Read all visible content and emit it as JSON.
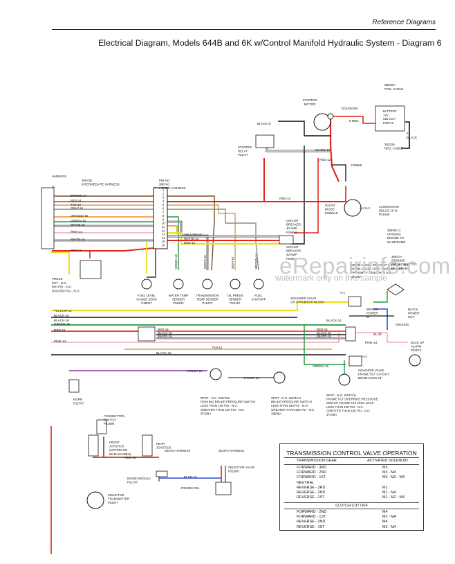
{
  "header": {
    "section": "Reference Diagrams",
    "title": "Electrical Diagram, Models 644B and 6K w/Control Manifold Hydraulic System - Diagram 6"
  },
  "watermark": {
    "text": "eRepairinfo.com",
    "subtext": "watermark only on this sample"
  },
  "colors": {
    "black": "#111111",
    "red": "#e0261b",
    "yellow": "#f2dc1b",
    "green": "#1d9a3c",
    "brown": "#7a4a22",
    "orange": "#f08a1c",
    "tan": "#c9a064",
    "pink": "#f2a6b7",
    "violet": "#8a2fb0",
    "blue": "#2a4fd0",
    "gray": "#8a8a8a",
    "white": "#ffffff"
  },
  "components": {
    "battery_cable": [
      "35846A",
      "POS. CABLE"
    ],
    "starter_motor": [
      "STARTER",
      "MOTOR"
    ],
    "solenoid": "SOLENOID",
    "battery": [
      "BATTERY",
      "12V",
      "925 CCA",
      "P30712"
    ],
    "wire_6_red": "6 RED",
    "wire_6_black": [
      "6",
      "BLACK"
    ],
    "neg_cable": [
      "35333A",
      "NEG. CABLE"
    ],
    "black_8": "BLACK-8",
    "starter_relay": [
      "STARTER",
      "RELAY",
      "P21777"
    ],
    "white_12": "WHITE-12",
    "red_6": "RED-6",
    "red_12_top": "RED-12",
    "p28568": "P28568",
    "intermediate_harness": [
      "38073D",
      "INTERMEDIATE HARNESS"
    ],
    "lower_harness": [
      "PIN NO.",
      "38074C",
      "LOWER HARNESS"
    ],
    "harness_left": "HARNESS",
    "harness_left_no": "O.",
    "left_wires": [
      "BROWN-14",
      "RED-14",
      "TAN-14",
      "GRAY-16",
      "ORANGE-16",
      "GREEN-16",
      "WHITE-16",
      "PINK-14",
      "WHITE-16",
      "RED-12"
    ],
    "pins": [
      "1",
      "2",
      "3",
      "4",
      "5",
      "6",
      "7",
      "8",
      "9",
      "10",
      "11",
      "12",
      "13",
      "14",
      "15",
      "16"
    ],
    "red_14_mid": "RED-14",
    "alternator": [
      "ALTERNATOR",
      "DELCO 10 SI",
      "P21069"
    ],
    "diode": [
      "P21787",
      "DIODE",
      "MODULE"
    ],
    "output": "OUTPUT",
    "ground_engine": [
      "38290C-3",
      "GROUND",
      "ENGINE TO",
      "MAINFRAME"
    ],
    "ground_oper": [
      "35847A",
      "GROUND",
      "OPER COMP TO",
      "MAINFRAME"
    ],
    "circuit_breaker_1": [
      "CIRCUIT",
      "BREAKER",
      "40 AMP",
      "P29694"
    ],
    "circuit_breaker_2": [
      "CIRCUIT",
      "BREAKER",
      "40 AMP",
      "P29694"
    ],
    "yellow_14": "YELLOW-14",
    "white_12_mid": "WHITE-12",
    "red_12_mid": "RED-12",
    "sender_wires": [
      "GREEN-18",
      "WHITE-18",
      "GRAY-16",
      "BROWN-14"
    ],
    "senders": [
      [
        "FUEL LEVEL",
        "GAUGE SEND",
        "P38067"
      ],
      [
        "WATER TEMP",
        "SENDER",
        "P55282"
      ],
      [
        "TRANSMISSION",
        "TEMP SENDER",
        "P19472"
      ],
      [
        "OIL PRESS",
        "SENDER",
        "P32157"
      ],
      [
        "FUEL",
        "SHUTOFF"
      ]
    ],
    "press_labels": [
      "PRESS",
      "PST - N.C.",
      "850 PSI - N.C.",
      "HAN 850 PSI - N.O."
    ],
    "boom_text": [
      "BOOM ANGLE GREATER THAN 40° - N.C.",
      "BOOM ANGLE LESS THAN 40° - N.O.",
      "PROXIMITY SENSOR IS N.O.",
      "37105A"
    ],
    "solenoid_valve": [
      "SOLENOID VALVE",
      "ON STRUB/ZCH BLOCK"
    ],
    "v1": "V-1",
    "v2": "V-2",
    "black_14": "BLACK-14",
    "brown_power": [
      "BROWN",
      "POWER",
      "IN"
    ],
    "black_power": [
      "BLACK",
      "POWER",
      "OUT"
    ],
    "ground": "GROUND",
    "blue": "BLUE",
    "pink_14": "PINK-14",
    "backup_alarm": [
      "BACK UP",
      "ALARM",
      "P32074"
    ],
    "solenoid_valve_2": [
      "SOLENOID VALVE",
      "FRAME TILT CUTOUT",
      "BOOM OVER 40°"
    ],
    "green_16_right": "GREEN-16",
    "yellow_14_left": "YELLOW-14",
    "left_wires_2": [
      "BLACK-16",
      "BLACK-16",
      "GREEN-16",
      "RED-16",
      "PINK-14"
    ],
    "cba_wires": [
      "RED-16",
      "BLACK-16",
      "WHITE-16"
    ],
    "cba_wires_2": [
      "RED-16",
      "BLACK-16",
      "WHITE-16"
    ],
    "tan_14": "TAN-14",
    "black_16": "BLACK-16",
    "violet_14": "VIOLET-14",
    "violet_14b": "VIOLET-14",
    "horn": [
      "HORN",
      "P12707"
    ],
    "switch_1": [
      "DPST - N.C. SWITCH",
      "PARKING BRAKE PRESSURE SWITCH",
      "LESS THAN 100 PSI - N.C.",
      "GREATER THAN 100 PSI - N.O.",
      "37108A"
    ],
    "switch_2": [
      "SPST - N.O. SWITCH",
      "BRAKE PRESSURE SWITCH",
      "LESS THAN 250 PSI - N.O.",
      "GREATER THAN 250 PSI - N.C.",
      "36508A"
    ],
    "switch_3": [
      "SPST - N.O. SWITCH",
      "FRAME TILT OVERRIDE PRESSURE",
      "SWITCH FRAME TILT DISC LOCK",
      "LESS THAN 100 PSI - N.C.",
      "GREATER THAN 100 PSI - N.O.",
      "37106A"
    ],
    "pushbutton": [
      "PUSHBUTTON",
      "SWITCH",
      "P31598"
    ],
    "front_joystick": [
      "FRONT",
      "JOYSTICK",
      "(OPTION ON",
      "6K MACHINES)"
    ],
    "rear_joystick": [
      "REAR",
      "JOYSTICK"
    ],
    "harness_38471": "38471A HARNESS",
    "harness_35197": "35197A HARNESS",
    "selector_valve": [
      "SELECTOR VALVE",
      "P31580"
    ],
    "red_16": "RED-16",
    "blue_16": "BLUE-16",
    "diode_module": [
      "DIODE MODULE",
      "P21787"
    ],
    "coil": "P31580 COIL",
    "inductive": [
      "INDUCTIVE",
      "TRANSMITTER",
      "P32077"
    ]
  },
  "table": {
    "title": "TRANSMISSION CONTROL VALVE OPERATION",
    "col_gear": "TRANSMISSION GEAR",
    "col_solenoid": "ACTIVATED SOLENOID",
    "rows": [
      {
        "gear": "FORWARD - 3RD",
        "solenoid": "M3"
      },
      {
        "gear": "FORWARD - 2ND",
        "solenoid": "M3 - M4"
      },
      {
        "gear": "FORWARD - 1ST",
        "solenoid": "M3 - M2 - M4"
      },
      {
        "gear": "NEUTRAL",
        "solenoid": ""
      },
      {
        "gear": "REVERSE - 3RD",
        "solenoid": "M1"
      },
      {
        "gear": "REVERSE - 2ND",
        "solenoid": "M1 - M4"
      },
      {
        "gear": "REVERSE - 1ST",
        "solenoid": "M1 - M2 - M4"
      }
    ],
    "subtitle": "CLUTCH CUT OFF",
    "rows2": [
      {
        "gear": "FORWARD - 2ND",
        "solenoid": "M4"
      },
      {
        "gear": "FORWARD - 1ST",
        "solenoid": "M2 - M4"
      },
      {
        "gear": "REVERSE - 2ND",
        "solenoid": "M4"
      },
      {
        "gear": "REVERSE - 1ST",
        "solenoid": "M2 - M4"
      }
    ]
  }
}
